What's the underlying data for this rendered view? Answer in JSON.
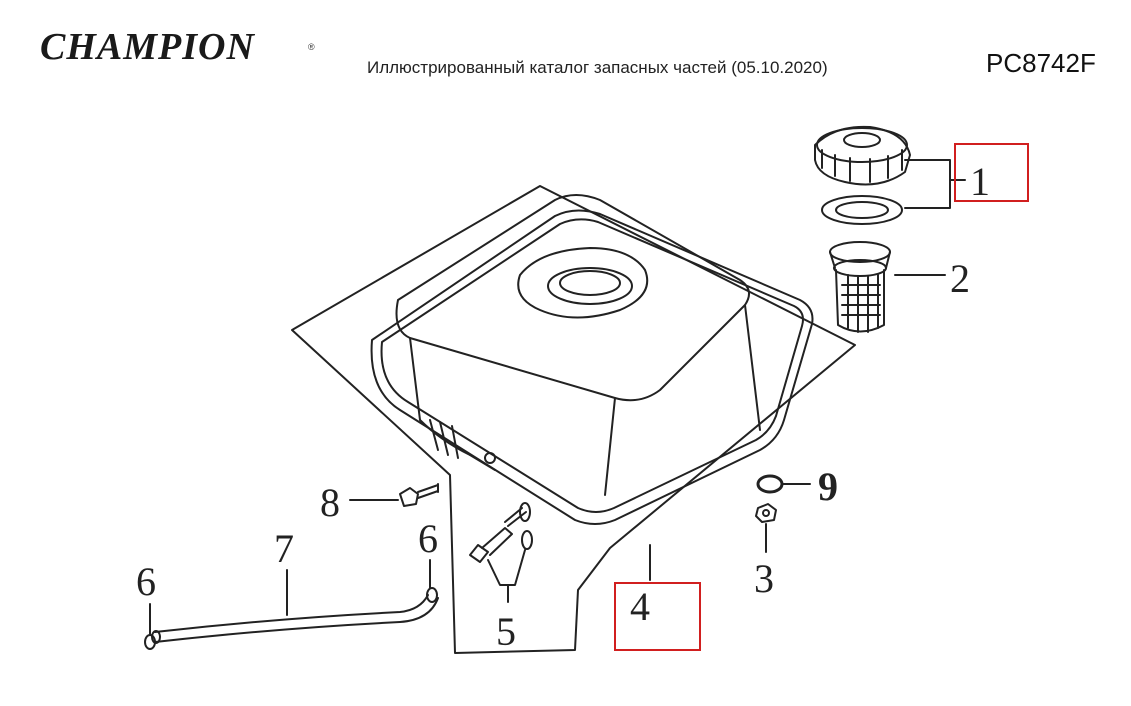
{
  "header": {
    "logo_text": "CHAMPION",
    "logo_reg": "®",
    "catalog_title": "Иллюстрированный каталог запасных частей (05.10.2020)",
    "model": "PC8742F"
  },
  "diagram": {
    "callouts": [
      "1",
      "2",
      "3",
      "4",
      "5",
      "6",
      "6",
      "7",
      "8",
      "9"
    ],
    "highlighted": [
      "1",
      "4"
    ],
    "highlight_color": "#d11f1f",
    "line_color": "#222222"
  }
}
